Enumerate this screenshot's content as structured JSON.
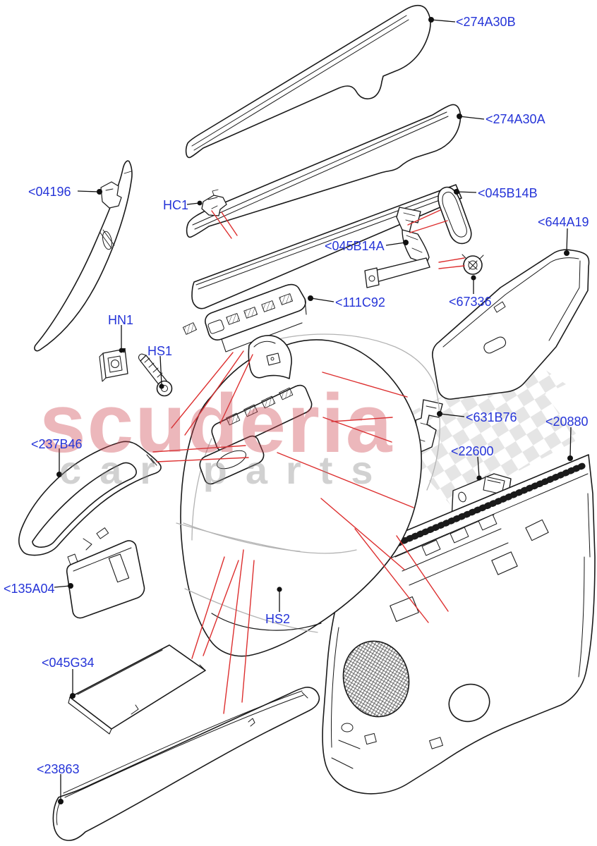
{
  "diagram": {
    "kind": "exploded parts diagram",
    "subject": "front door trim panel"
  },
  "watermark": {
    "brand": "scuderia",
    "tagline": "car parts",
    "brand_color": "#d5555f",
    "tagline_color": "#8c8c8c"
  },
  "colors": {
    "label_text": "#2534d8",
    "leader_line": "#111111",
    "callout_red": "#dd2f2f",
    "line_art": "#1a1a1a"
  },
  "parts": [
    {
      "code": "<274A30B"
    },
    {
      "code": "<274A30A"
    },
    {
      "code": "<04196"
    },
    {
      "code": "HC1"
    },
    {
      "code": "<045B14B"
    },
    {
      "code": "<045B14A"
    },
    {
      "code": "<644A19"
    },
    {
      "code": "<111C92"
    },
    {
      "code": "<67336"
    },
    {
      "code": "HN1"
    },
    {
      "code": "HS1"
    },
    {
      "code": "<237B46"
    },
    {
      "code": "<631B76"
    },
    {
      "code": "<22600"
    },
    {
      "code": "<20880"
    },
    {
      "code": "<135A04"
    },
    {
      "code": "HS2"
    },
    {
      "code": "<045G34"
    },
    {
      "code": "<23863"
    }
  ]
}
